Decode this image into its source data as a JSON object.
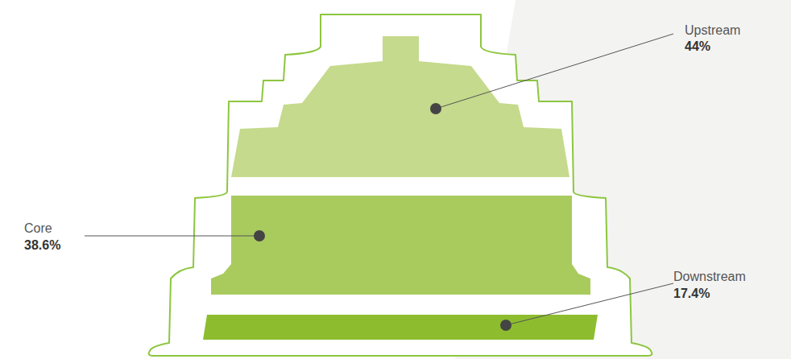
{
  "diagram": {
    "nodes": [
      {
        "text": [
          "Upstream",
          "44%"
        ]
      },
      {
        "text": [
          "Core",
          "38.6%"
        ]
      },
      {
        "text": [
          "Downstream",
          "17.4%"
        ]
      }
    ]
  }
}
